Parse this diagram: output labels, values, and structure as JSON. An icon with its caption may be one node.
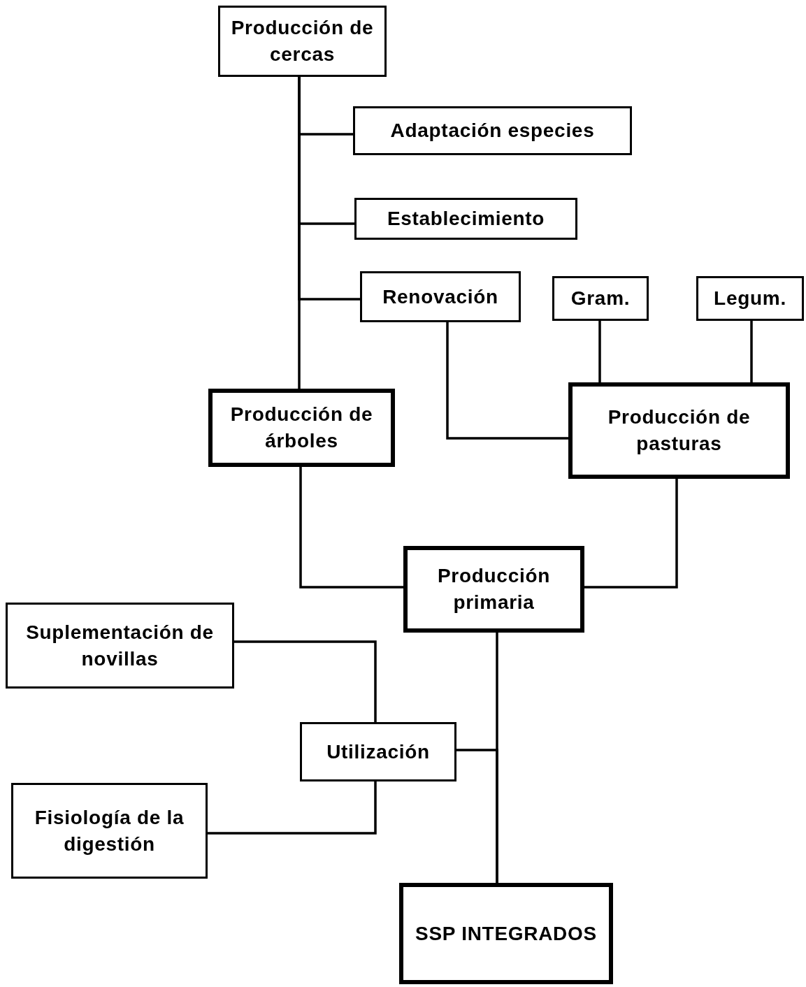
{
  "diagram": {
    "nodes": [
      {
        "text": [
          "Producción de cercas"
        ]
      },
      {
        "text": [
          "Adaptación especies"
        ]
      },
      {
        "text": [
          "Establecimiento"
        ]
      },
      {
        "text": [
          "Renovación"
        ]
      },
      {
        "text": [
          "Gram."
        ]
      },
      {
        "text": [
          "Legum."
        ]
      },
      {
        "text": [
          "Producción de árboles"
        ]
      },
      {
        "text": [
          "Producción de pasturas"
        ]
      },
      {
        "text": [
          "Producción primaria"
        ]
      },
      {
        "text": [
          "Suplementación de novillas"
        ]
      },
      {
        "text": [
          "Utilización"
        ]
      },
      {
        "text": [
          "Fisiología de la digestión"
        ]
      },
      {
        "text": [
          "SSP INTEGRADOS"
        ]
      }
    ],
    "edges": [
      {
        "from": 0,
        "to": 1,
        "arrow": "none"
      },
      {
        "from": 0,
        "to": 2,
        "arrow": "none"
      },
      {
        "from": 0,
        "to": 3,
        "arrow": "none"
      },
      {
        "from": 0,
        "to": 6,
        "arrow": "none"
      },
      {
        "from": 3,
        "to": 7,
        "arrow": "none"
      },
      {
        "from": 4,
        "to": 7,
        "arrow": "none"
      },
      {
        "from": 5,
        "to": 7,
        "arrow": "none"
      },
      {
        "from": 6,
        "to": 8,
        "arrow": "none"
      },
      {
        "from": 7,
        "to": 8,
        "arrow": "none"
      },
      {
        "from": 9,
        "to": 10,
        "arrow": "none"
      },
      {
        "from": 11,
        "to": 10,
        "arrow": "none"
      },
      {
        "from": 8,
        "to": 12,
        "arrow": "none"
      },
      {
        "from": 10,
        "to": 12,
        "arrow": "none"
      }
    ]
  }
}
